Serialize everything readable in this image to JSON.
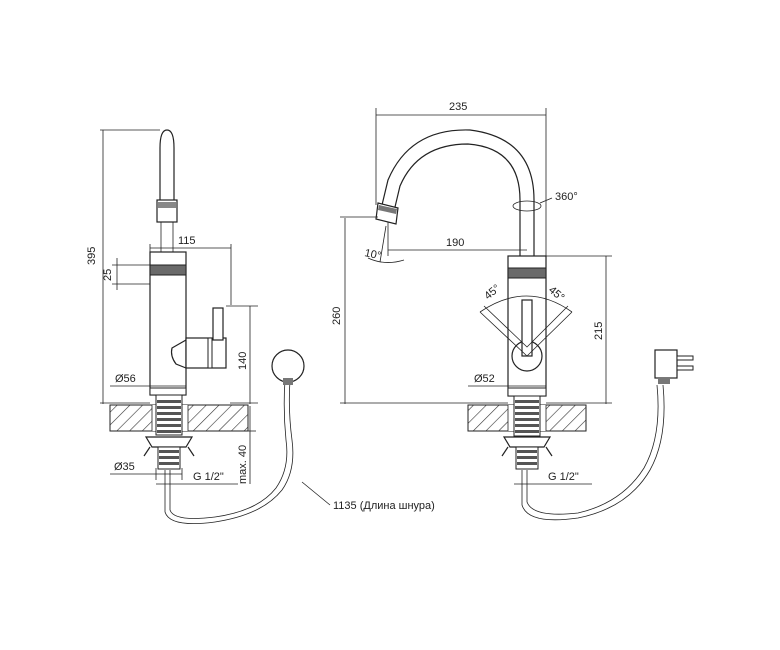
{
  "side_view": {
    "dim_total_height": "395",
    "dim_spout_reach": "115",
    "dim_band": "25",
    "dim_body_height": "140",
    "dim_body_diameter": "Ø56",
    "dim_shank_diameter": "Ø35",
    "dim_thread": "G 1/2\"",
    "dim_max_thickness": "max. 40",
    "dim_cord_length": "1135 (Длина шнура)"
  },
  "front_view": {
    "dim_width": "235",
    "dim_rotation": "360°",
    "dim_spout_angle": "10°",
    "dim_spout_reach": "190",
    "dim_total_height": "260",
    "dim_body_height": "215",
    "dim_handle_angle_left": "45°",
    "dim_handle_angle_right": "45°",
    "dim_body_diameter": "Ø52",
    "dim_thread": "G 1/2\""
  }
}
